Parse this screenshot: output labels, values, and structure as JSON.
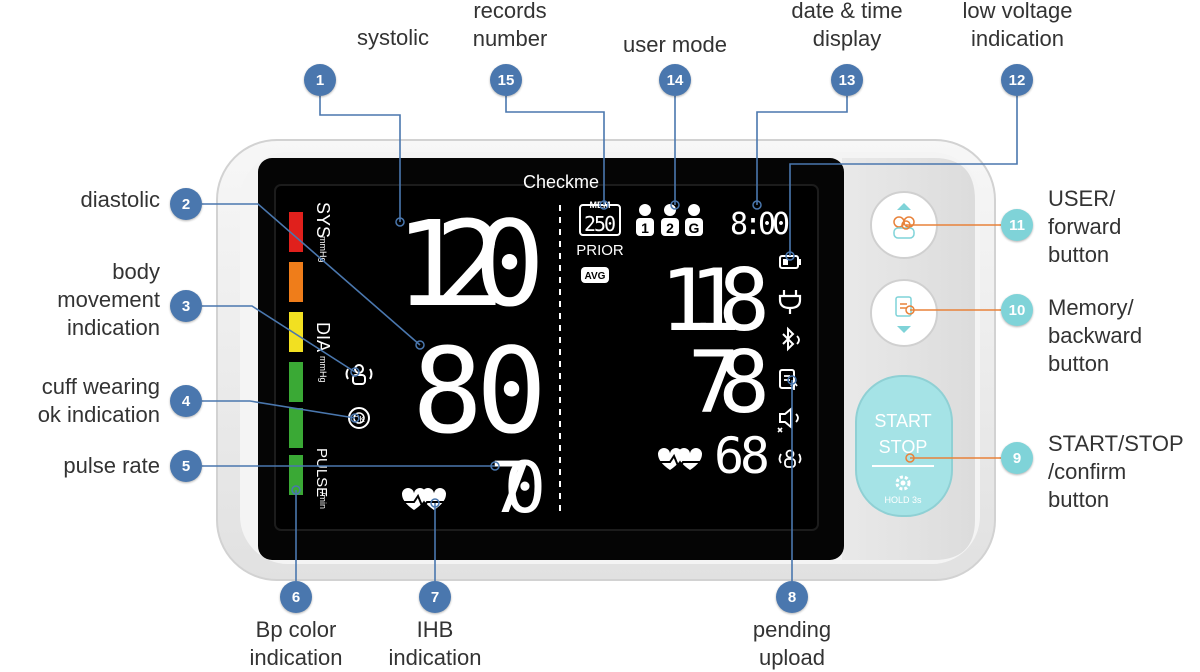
{
  "device": {
    "brand": "Checkme",
    "sys_label": "SYS",
    "sys_unit": "mmHg",
    "dia_label": "DIA",
    "dia_unit": "mmHg",
    "pulse_label": "PULSE",
    "pulse_unit": "/min",
    "systolic": "120",
    "diastolic": "80",
    "pulse": "70",
    "mem_label": "MEM",
    "record_number": "250",
    "prior_label": "PRIOR",
    "avg_label": "AVG",
    "users": [
      "1",
      "2",
      "G"
    ],
    "time": "8:00",
    "prior_systolic": "118",
    "prior_diastolic": "78",
    "prior_pulse": "68",
    "start_label": "START",
    "stop_label": "STOP",
    "hold_label": "HOLD 3s",
    "colors": {
      "body": "#ffffff",
      "screen": "#050505",
      "panel": "#e4e4e4",
      "start_button": "#a5e3e6",
      "badge": "#4a77ae",
      "badge_teal": "#7fd3d8",
      "leader": "#4a77ae",
      "leader_orange": "#e8823a"
    },
    "bp_colors": [
      "#e0201c",
      "#ef7d1a",
      "#f2e021",
      "#3aa935",
      "#3aa935",
      "#3aa935"
    ]
  },
  "callouts": [
    {
      "num": "1",
      "lines": [
        "systolic"
      ]
    },
    {
      "num": "2",
      "lines": [
        "diastolic"
      ]
    },
    {
      "num": "3",
      "lines": [
        "body",
        "movement",
        "indication"
      ]
    },
    {
      "num": "4",
      "lines": [
        "cuff wearing",
        "ok indication"
      ]
    },
    {
      "num": "5",
      "lines": [
        "pulse rate"
      ]
    },
    {
      "num": "6",
      "lines": [
        "Bp color",
        "indication"
      ]
    },
    {
      "num": "7",
      "lines": [
        "IHB",
        "indication"
      ]
    },
    {
      "num": "8",
      "lines": [
        "pending",
        "upload"
      ]
    },
    {
      "num": "9",
      "lines": [
        "START/STOP",
        "/confirm",
        "button"
      ]
    },
    {
      "num": "10",
      "lines": [
        "Memory/",
        "backward",
        "button"
      ]
    },
    {
      "num": "11",
      "lines": [
        "USER/",
        "forward",
        "button"
      ]
    },
    {
      "num": "12",
      "lines": [
        "low voltage",
        "indication"
      ]
    },
    {
      "num": "13",
      "lines": [
        "date & time",
        "display"
      ]
    },
    {
      "num": "14",
      "lines": [
        "user mode"
      ]
    },
    {
      "num": "15",
      "lines": [
        "records",
        "number"
      ]
    }
  ]
}
